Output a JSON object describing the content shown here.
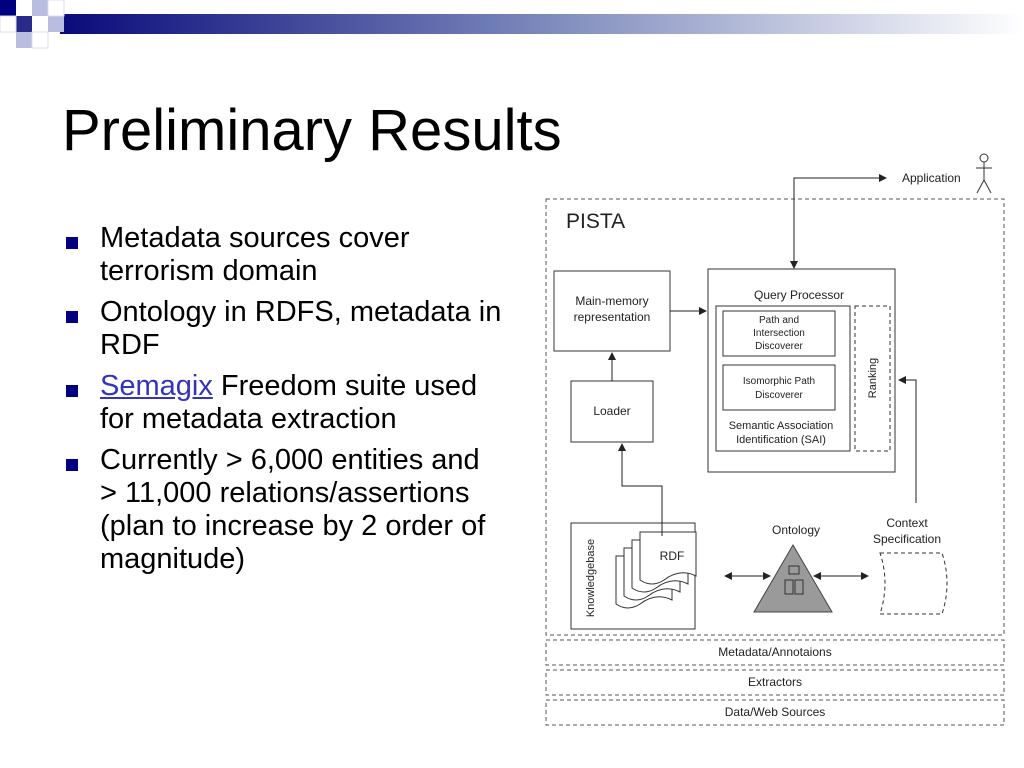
{
  "slide": {
    "title": "Preliminary Results",
    "header_colors": [
      "#000080",
      "#5b6fa8",
      "#c8cce4",
      "#ffffff"
    ]
  },
  "bullets": [
    {
      "text": "Metadata sources cover terrorism domain"
    },
    {
      "text": "Ontology in RDFS, metadata in RDF"
    },
    {
      "link": "Semagix",
      "text": " Freedom suite used for metadata extraction"
    },
    {
      "text": "Currently > 6,000 entities and > 11,000 relations/assertions (plan to increase by 2 order of magnitude)"
    }
  ],
  "diagram": {
    "system_label": "PISTA",
    "application_label": "Application",
    "main_memory": [
      "Main-memory",
      "representation"
    ],
    "loader": "Loader",
    "query_processor": "Query Processor",
    "path_discoverer": [
      "Path and",
      "Intersection",
      "Discoverer"
    ],
    "isomorphic_discoverer": [
      "Isomorphic Path",
      "Discoverer"
    ],
    "sai": [
      "Semantic Association",
      "Identification (SAI)"
    ],
    "ranking": "Ranking",
    "knowledgebase": "Knowledgebase",
    "rdf": "RDF",
    "ontology": "Ontology",
    "context_spec": [
      "Context",
      "Specification"
    ],
    "layers": [
      "Metadata/Annotaions",
      "Extractors",
      "Data/Web Sources"
    ]
  }
}
